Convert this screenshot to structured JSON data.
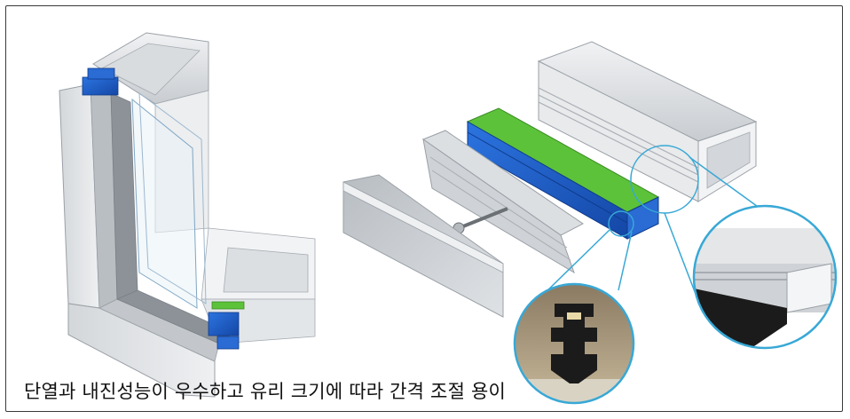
{
  "caption": {
    "text": "단열과 내진성능이 우수하고 유리 크기에 따라 간격 조절 용이"
  },
  "colors": {
    "frame_border": "#3a3a3a",
    "aluminum_light": "#e6e8ea",
    "aluminum_mid": "#c9cdd1",
    "aluminum_dark": "#9ea4aa",
    "thermal_break_blue": "#1e5fc6",
    "gasket_green": "#5cc23a",
    "callout_cyan": "#38a8d6",
    "rubber_black": "#1b1b1b"
  },
  "icons": [
    "window-frame-corner-illustration",
    "exploded-profile-illustration",
    "zoom-callout-gasket",
    "zoom-callout-profile-edge"
  ]
}
